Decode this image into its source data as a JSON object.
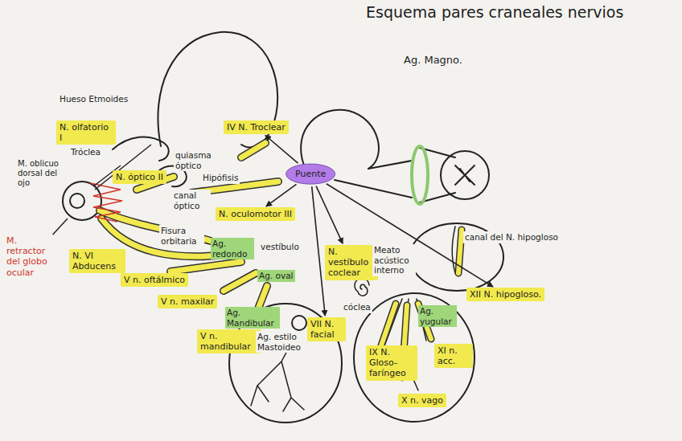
{
  "diagram": {
    "title": "Esquema pares craneales nervios",
    "nodes": [
      {
        "text": [
          "Puente"
        ]
      },
      {
        "text": [
          "N. olfatorio I"
        ]
      },
      {
        "text": [
          "N. óptico II"
        ]
      },
      {
        "text": [
          "N. oculomotor III"
        ]
      },
      {
        "text": [
          "IV N. Troclear"
        ]
      },
      {
        "text": [
          "V n. oftálmico"
        ]
      },
      {
        "text": [
          "V n. maxilar"
        ]
      },
      {
        "text": [
          "V n. mandibular"
        ]
      },
      {
        "text": [
          "N. VI Abducens"
        ]
      },
      {
        "text": [
          "VII N. facial"
        ]
      },
      {
        "text": [
          "N. vestíbulo coclear"
        ]
      },
      {
        "text": [
          "IX N. Gloso-faríngeo"
        ]
      },
      {
        "text": [
          "X n. vago"
        ]
      },
      {
        "text": [
          "XI n. acc."
        ]
      },
      {
        "text": [
          "XII N. hipogloso."
        ]
      }
    ],
    "edges": [
      {
        "from": 0,
        "to": 4,
        "arrow": "to"
      },
      {
        "from": 0,
        "to": 3,
        "arrow": "to"
      },
      {
        "from": 0,
        "to": 10,
        "arrow": "to"
      },
      {
        "from": 0,
        "to": 9,
        "arrow": "to"
      },
      {
        "from": 0,
        "to": 14,
        "arrow": "to"
      }
    ],
    "labels": [
      "Hueso Etmoides",
      "Tróclea",
      "M. oblicuo dorsal del ojo",
      "M. retractor del globo ocular",
      "quiasma óptico",
      "canal óptico",
      "Hipófisis",
      "Fisura orbitaria",
      "Ag. redondo",
      "Ag. oval",
      "Ag. Mandibular",
      "Ag. estilo Mastoideo",
      "vestíbulo",
      "Meato acústico interno",
      "cóclea",
      "Ag. Magno.",
      "canal del N. hipogloso",
      "Ag. yugular"
    ]
  }
}
